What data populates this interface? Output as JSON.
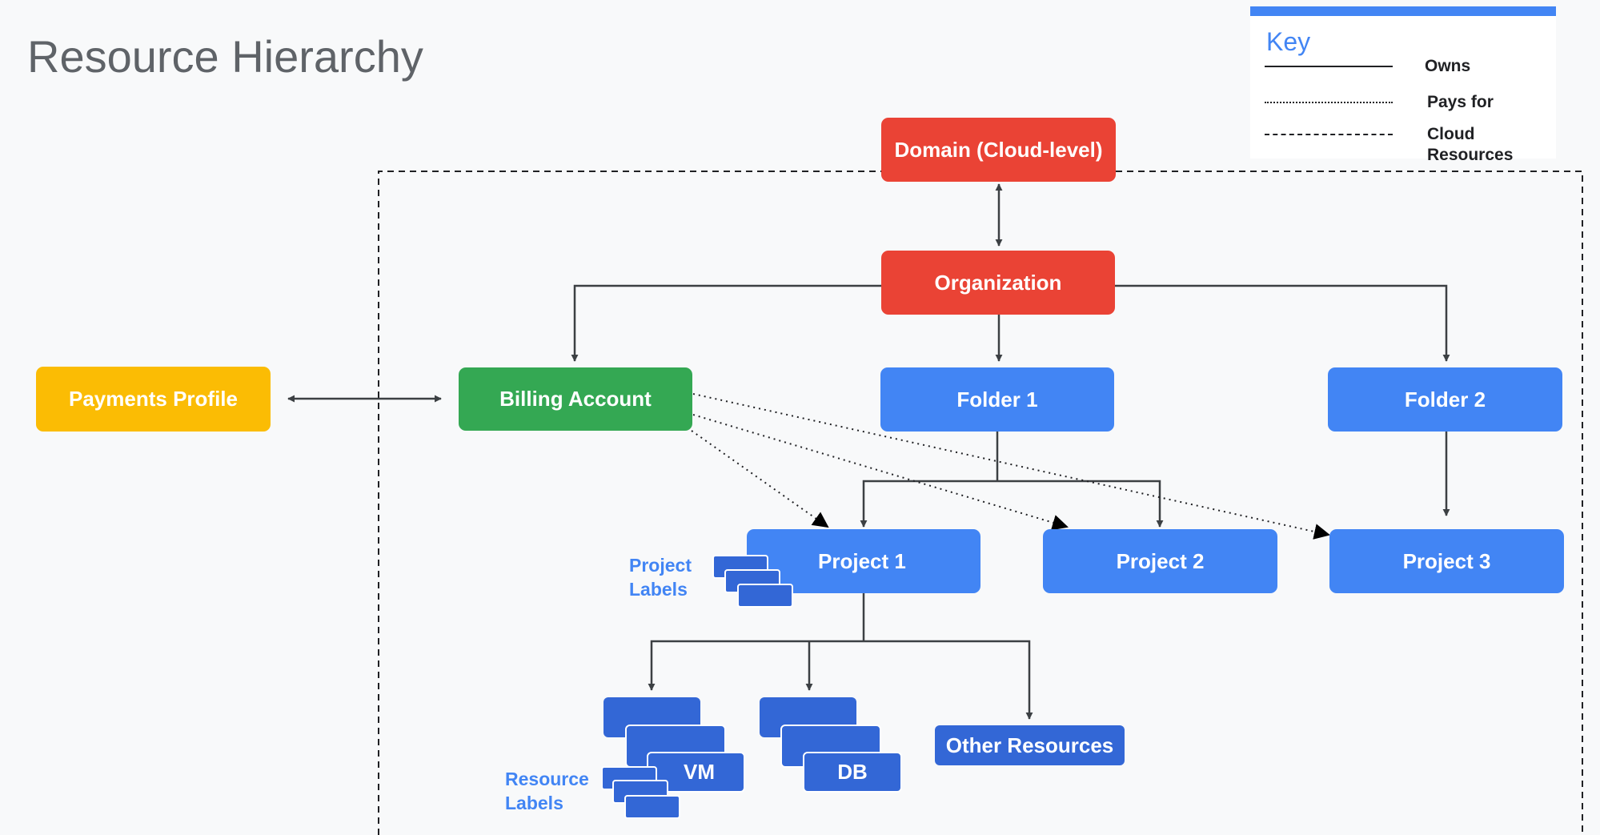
{
  "title": "Resource Hierarchy",
  "legend": {
    "title": "Key",
    "owns": "Owns",
    "pays_for": "Pays for",
    "cloud_resources_line1": "Cloud",
    "cloud_resources_line2": "Resources"
  },
  "nodes": {
    "domain": "Domain (Cloud-level)",
    "organization": "Organization",
    "payments_profile": "Payments Profile",
    "billing_account": "Billing Account",
    "folder1": "Folder 1",
    "folder2": "Folder 2",
    "project1": "Project 1",
    "project2": "Project 2",
    "project3": "Project 3",
    "vm": "VM",
    "db": "DB",
    "other_resources": "Other Resources"
  },
  "labels": {
    "project_labels_line1": "Project",
    "project_labels_line2": "Labels",
    "resource_labels_line1": "Resource",
    "resource_labels_line2": "Labels"
  },
  "colors": {
    "domain": "#ea4335",
    "organization": "#ea4335",
    "billing": "#34a853",
    "payments": "#fbbc04",
    "folder_project": "#4285f4",
    "resource": "#3367d6"
  },
  "relations": [
    {
      "from": "domain",
      "to": "organization",
      "type": "owns",
      "bidirectional": true
    },
    {
      "from": "organization",
      "to": "billing_account",
      "type": "owns"
    },
    {
      "from": "organization",
      "to": "folder1",
      "type": "owns"
    },
    {
      "from": "organization",
      "to": "folder2",
      "type": "owns"
    },
    {
      "from": "payments_profile",
      "to": "billing_account",
      "type": "owns",
      "bidirectional": true
    },
    {
      "from": "folder1",
      "to": "project1",
      "type": "owns"
    },
    {
      "from": "folder1",
      "to": "project2",
      "type": "owns"
    },
    {
      "from": "folder2",
      "to": "project3",
      "type": "owns"
    },
    {
      "from": "billing_account",
      "to": "project1",
      "type": "pays_for"
    },
    {
      "from": "billing_account",
      "to": "project2",
      "type": "pays_for"
    },
    {
      "from": "billing_account",
      "to": "project3",
      "type": "pays_for"
    },
    {
      "from": "project1",
      "to": "vm",
      "type": "owns"
    },
    {
      "from": "project1",
      "to": "db",
      "type": "owns"
    },
    {
      "from": "project1",
      "to": "other_resources",
      "type": "owns"
    }
  ]
}
